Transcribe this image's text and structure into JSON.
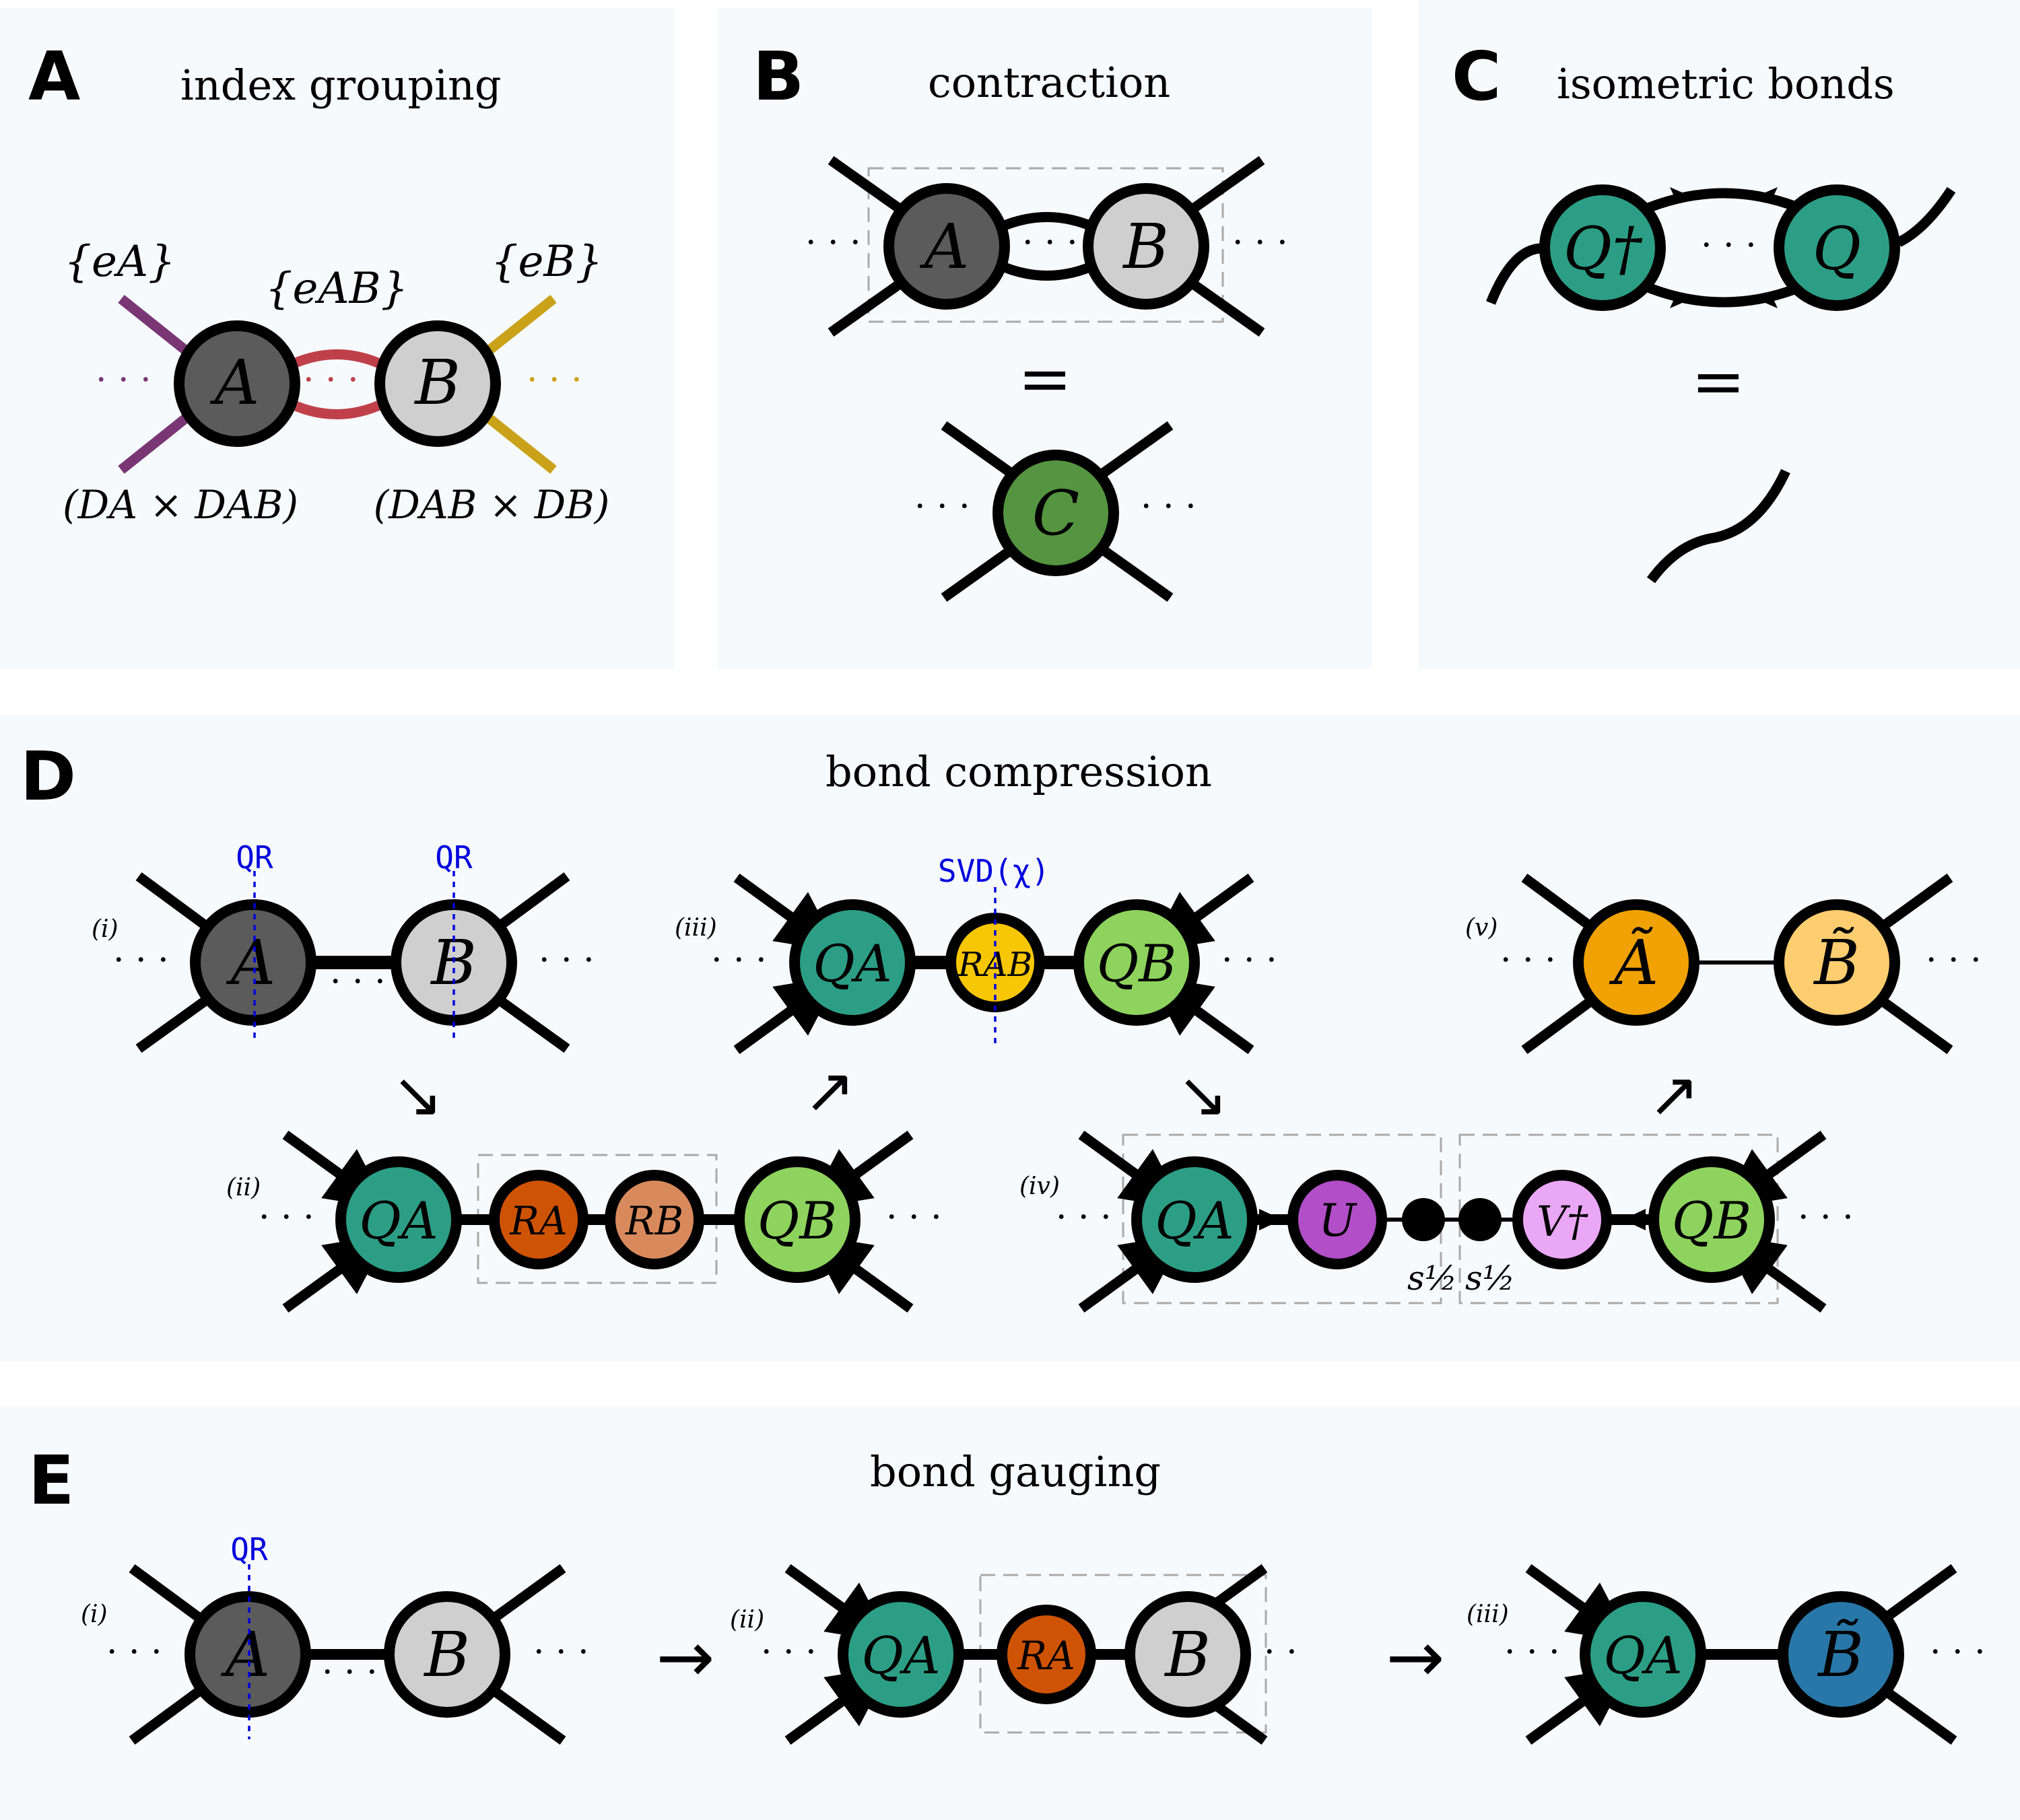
{
  "panels": {
    "A": {
      "letter": "A",
      "title": "index grouping"
    },
    "B": {
      "letter": "B",
      "title": "contraction"
    },
    "C": {
      "letter": "C",
      "title": "isometric bonds"
    },
    "D": {
      "letter": "D",
      "title": "bond compression"
    },
    "E": {
      "letter": "E",
      "title": "bond gauging"
    }
  },
  "panel_a": {
    "node_a": "A",
    "node_b": "B",
    "label_ea": "{eA}",
    "label_eab": "{eAB}",
    "label_eb": "{eB}",
    "dim_left": "(DA × DAB)",
    "dim_right": "(DAB × DB)",
    "dots": "· · ·"
  },
  "panel_b": {
    "node_a": "A",
    "node_b": "B",
    "node_c": "C",
    "equals": "="
  },
  "panel_c": {
    "node_qdag": "Q†",
    "node_q": "Q",
    "equals": "="
  },
  "panel_d": {
    "qr_label": "QR",
    "svd_label": "SVD(χ)",
    "steps": [
      "(i)",
      "(ii)",
      "(iii)",
      "(iv)",
      "(v)"
    ],
    "node_a": "A",
    "node_b": "B",
    "node_qa": "QA",
    "node_qb": "QB",
    "node_ra": "RA",
    "node_rb": "RB",
    "node_rab": "RAB",
    "node_u": "U",
    "node_vdag": "V†",
    "node_s": "s½",
    "node_a_tilde": "Ã",
    "node_b_tilde": "B̃"
  },
  "panel_e": {
    "qr_label": "QR",
    "steps": [
      "(i)",
      "(ii)",
      "(iii)"
    ],
    "node_a": "A",
    "node_b": "B",
    "node_qa": "QA",
    "node_ra": "RA",
    "node_b_tilde": "B̃"
  },
  "colors": {
    "dark_gray": "#5b5b5b",
    "light_gray": "#cfcfcf",
    "green_c": "#559440",
    "teal": "#2c9e86",
    "light_green": "#8ed35d",
    "yellow": "#f7c705",
    "orange_dark": "#cf5304",
    "orange_light": "#d98a5c",
    "purple": "#b24ec7",
    "pink": "#eaa7f5",
    "orange_tilde": "#f0a103",
    "light_orange": "#fdcd70",
    "blue": "#2877a8",
    "purple_edge": "#7a3674",
    "red_edge": "#c0404a",
    "gold_edge": "#caa21a",
    "blue_cut": "#0000dd"
  }
}
